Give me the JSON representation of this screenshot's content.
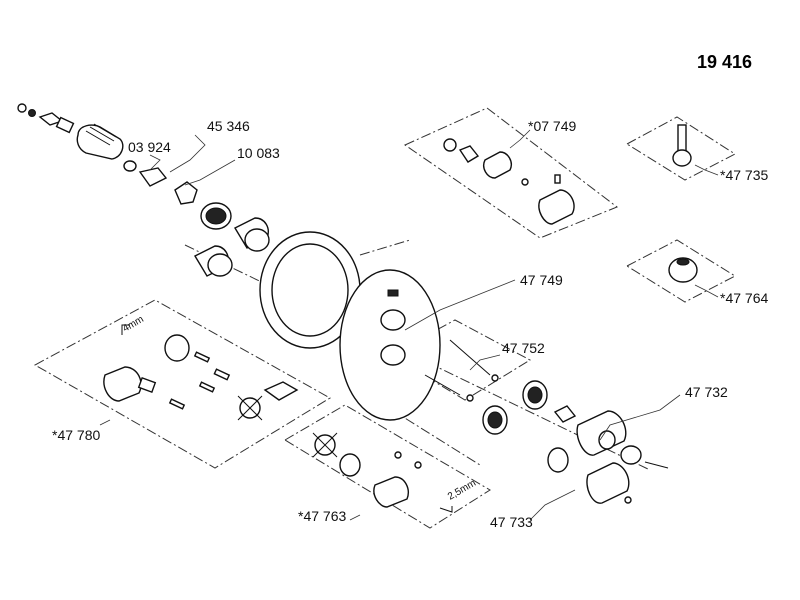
{
  "diagram": {
    "model_number": "19 416",
    "labels": {
      "p45346": "45 346",
      "p03924": "03 924",
      "p10083": "10 083",
      "p07749": "*07 749",
      "p47735": "*47 735",
      "p47764": "*47 764",
      "p47749": "47 749",
      "p47752": "47 752",
      "p47732": "47 732",
      "p47780": "*47 780",
      "p47763": "*47 763",
      "p47733": "47 733",
      "tool_4mm": "4mm",
      "tool_25mm": "2,5mm"
    }
  }
}
